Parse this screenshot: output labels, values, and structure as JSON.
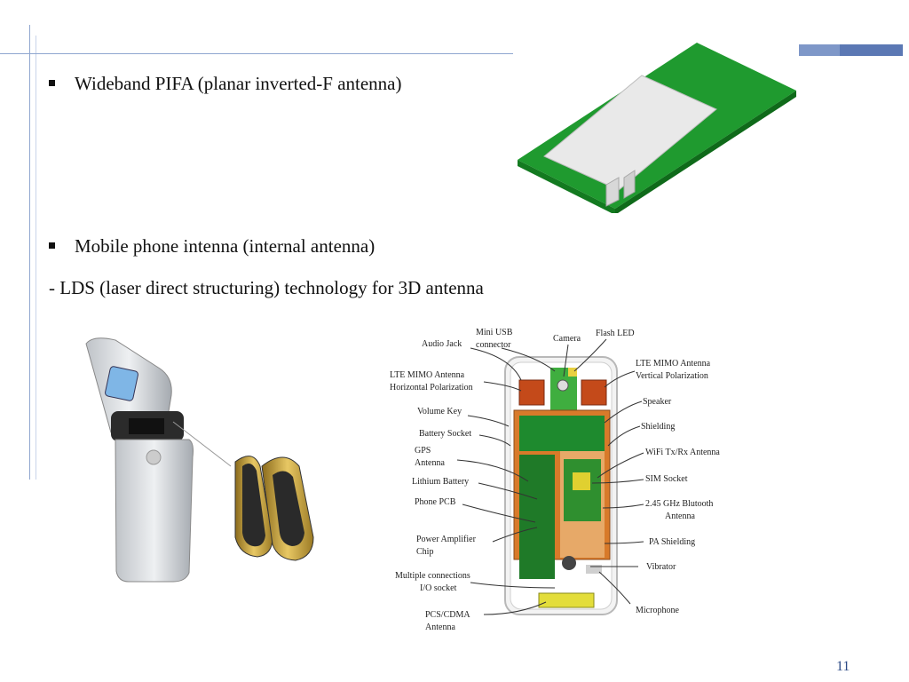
{
  "slide": {
    "bullets": [
      {
        "text": "Wideband PIFA (planar inverted-F antenna)"
      },
      {
        "text": "Mobile phone intenna (internal antenna)"
      }
    ],
    "sub_text": "- LDS (laser direct structuring) technology for 3D antenna",
    "page_number": "11"
  },
  "diagram": {
    "labels_left": [
      "Audio Jack",
      "Mini USB",
      "connector",
      "LTE MIMO Antenna",
      "Horizontal Polarization",
      "Volume Key",
      "Battery Socket",
      "GPS",
      "Antenna",
      "Lithium Battery",
      "Phone PCB",
      "Power Amplifier",
      "Chip",
      "Multiple connections",
      "I/O socket",
      "PCS/CDMA",
      "Antenna"
    ],
    "labels_right": [
      "Camera",
      "Flash LED",
      "LTE MIMO Antenna",
      "Vertical Polarization",
      "Speaker",
      "Shielding",
      "WiFi Tx/Rx Antenna",
      "SIM Socket",
      "2.45 GHz Blutooth",
      "Antenna",
      "PA Shielding",
      "Vibrator",
      "Microphone"
    ]
  },
  "colors": {
    "accent": "#5b78b4",
    "pcb_green": "#1f9a2f",
    "patch_gray": "#e6e6e6"
  }
}
